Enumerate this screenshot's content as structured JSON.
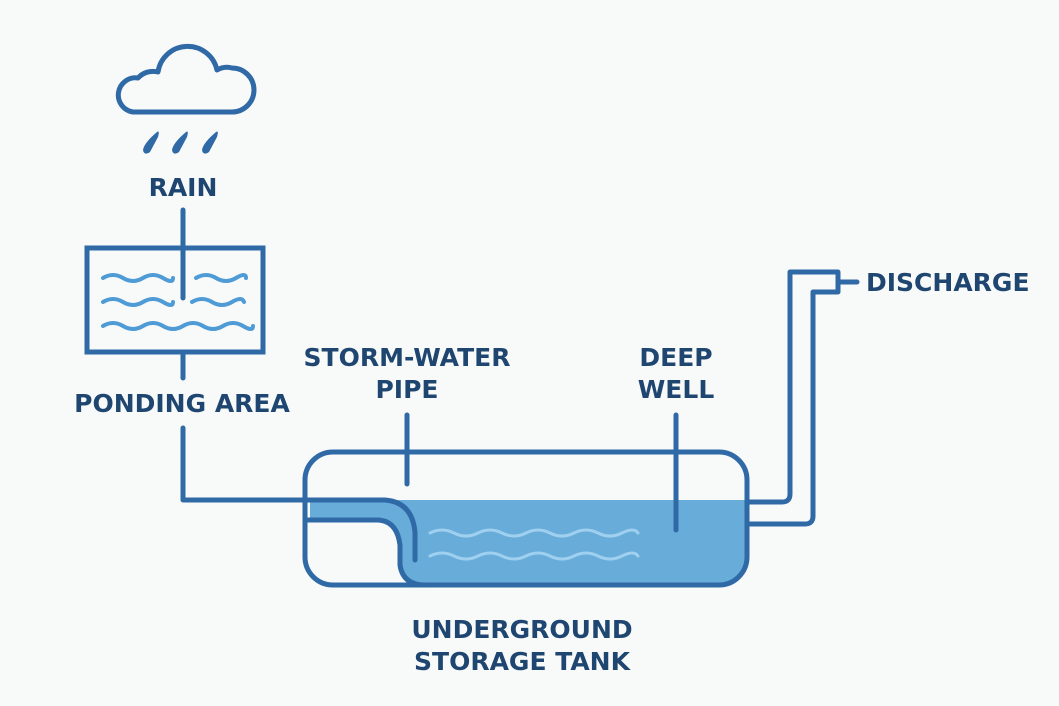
{
  "title": "Rainwater harvesting diagram",
  "colors": {
    "line": "#2f69a6",
    "label": "#1f4670",
    "water_fill": "#68acd9",
    "wave": "#4e9bd6",
    "wave_light": "#9fd0f0",
    "background": "#f8f9f9"
  },
  "labels": {
    "rain": "RAIN",
    "ponding_area": "PONDING AREA",
    "storm_water_pipe_line1": "STORM-WATER",
    "storm_water_pipe_line2": "PIPE",
    "deep_well_line1": "DEEP",
    "deep_well_line2": "WELL",
    "discharge": "DISCHARGE",
    "underground_tank_line1": "UNDERGROUND",
    "underground_tank_line2": "STORAGE TANK"
  },
  "icons": {
    "cloud": "rain-cloud-icon",
    "drops": "raindrop-icon"
  }
}
